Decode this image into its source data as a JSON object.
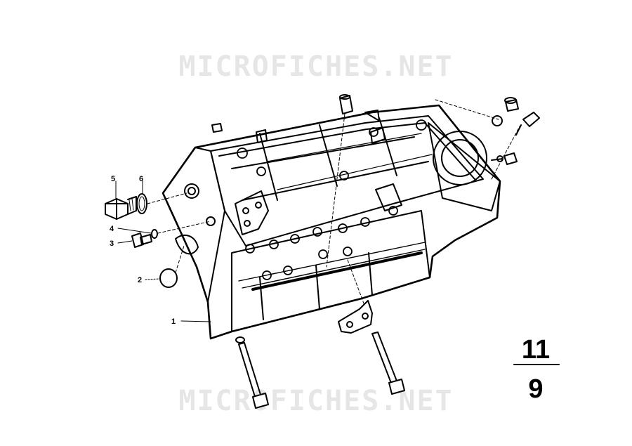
{
  "watermark": {
    "top_text": "MICROFICHES.NET",
    "bottom_text": "MICROFICHES.NET",
    "color": "#e6e6e6"
  },
  "callouts": [
    {
      "id": "c1",
      "label": "1"
    },
    {
      "id": "c2",
      "label": "2"
    },
    {
      "id": "c3",
      "label": "3"
    },
    {
      "id": "c4",
      "label": "4"
    },
    {
      "id": "c5",
      "label": "5"
    },
    {
      "id": "c6",
      "label": "6"
    }
  ],
  "figure_number": {
    "numerator": "11",
    "denominator": "9"
  },
  "colors": {
    "ink": "#000000",
    "background": "#ffffff",
    "watermark": "#e6e6e6"
  }
}
